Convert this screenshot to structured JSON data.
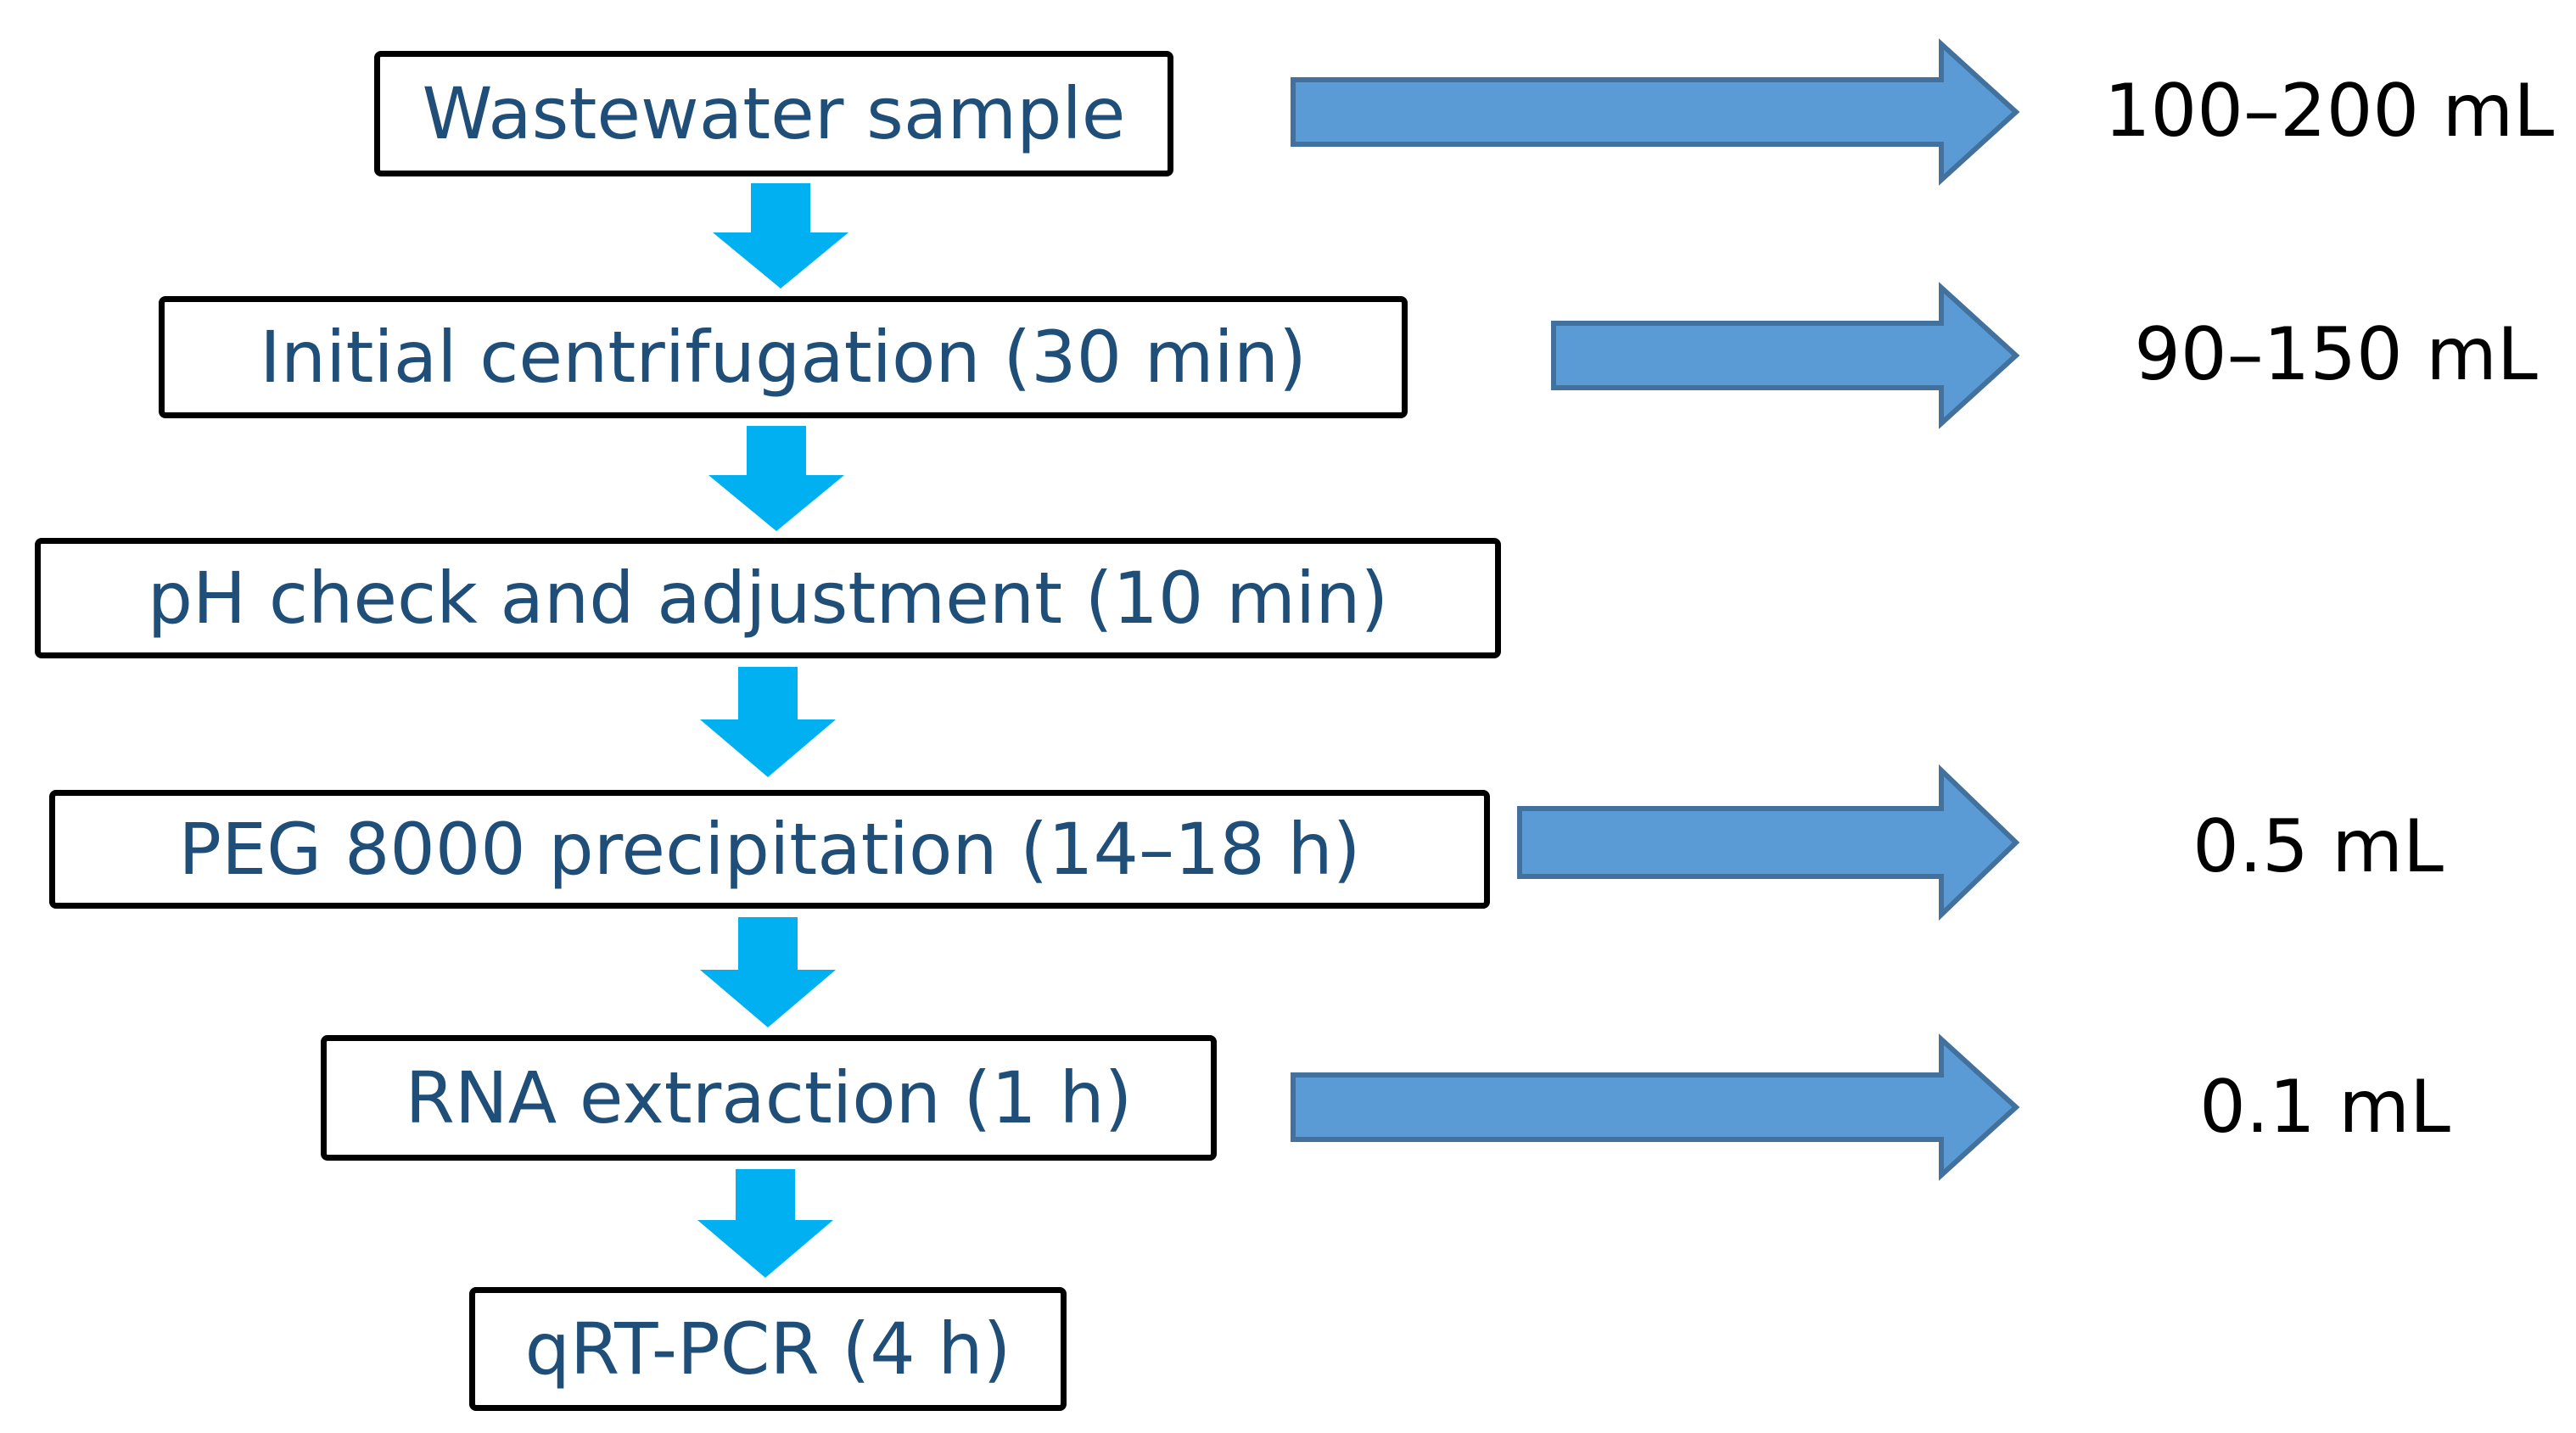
{
  "steps": [
    {
      "label": "Wastewater sample"
    },
    {
      "label": "Initial centrifugation (30 min)"
    },
    {
      "label": "pH check and adjustment (10 min)"
    },
    {
      "label": "PEG 8000 precipitation (14–18 h)"
    },
    {
      "label": "RNA extraction (1 h)"
    },
    {
      "label": "qRT-PCR (4 h)"
    }
  ],
  "volumes": [
    {
      "label": "100–200 mL"
    },
    {
      "label": "90–150 mL"
    },
    {
      "label": "0.5 mL"
    },
    {
      "label": "0.1 mL"
    }
  ],
  "colors": {
    "down_arrow": "#00b0f0",
    "side_arrow_fill": "#5b9bd5",
    "side_arrow_stroke": "#41719c",
    "step_text": "#1f4e79",
    "box_border": "#000000",
    "volume_text": "#000000"
  }
}
